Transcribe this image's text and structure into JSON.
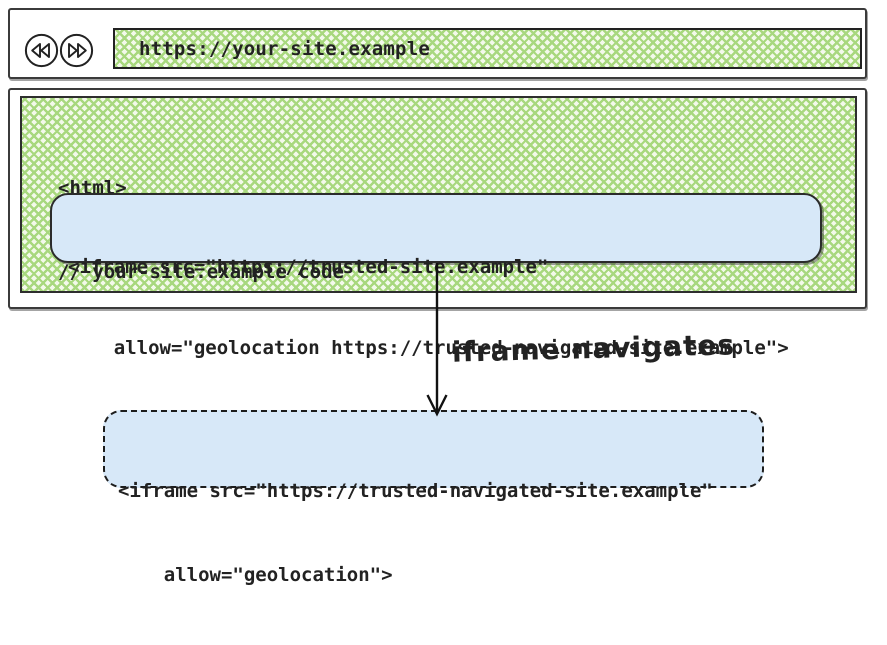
{
  "colors": {
    "ink": "#222222",
    "frame": "#3b3b3b",
    "hatch": "#a8d87e",
    "hatch-bg": "#f3f9ea",
    "blue": "#d7e8f8"
  },
  "browser": {
    "back_icon": "double-left-arrow",
    "forward_icon": "double-right-arrow",
    "url": "https://your-site.example"
  },
  "page": {
    "code_lines": [
      "<html>",
      "// your-site.example code"
    ],
    "iframe_box": {
      "line1": "<iframe src=\"https://trusted-site.example\"",
      "line2": "    allow=\"geolocation https://trusted-navigated-site.example\">"
    }
  },
  "annotation": {
    "arrow": "down-arrow",
    "label": "iframe navigates"
  },
  "navigated_iframe_box": {
    "line1": "<iframe src=\"https://trusted-navigated-site.example\"",
    "line2": "    allow=\"geolocation\">"
  }
}
